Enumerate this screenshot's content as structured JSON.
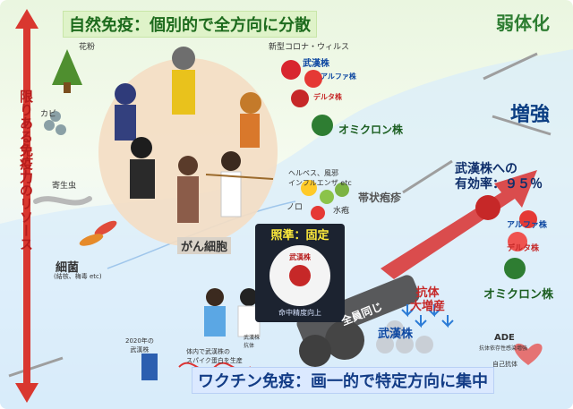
{
  "headers": {
    "natural": "自然免疫：個別的で全方向に分散",
    "vaccine": "ワクチン免疫：画一的で特定方向に集中",
    "weaken": "弱体化",
    "strengthen": "増強",
    "resource": "限りある免疫力のリソース"
  },
  "left_labels": {
    "pollen": "花粉",
    "mold": "カビ",
    "parasite": "寄生虫",
    "bacteria": "細菌",
    "bacteria_sub": "(結核、梅毒 etc)",
    "cancer": "がん細胞"
  },
  "virus_labels": {
    "title": "新型コロナ・ウィルス",
    "wuhan": "武漢株",
    "alpha": "アルファ株",
    "delta": "デルタ株",
    "omicron": "オミクロン株",
    "herpes": "ヘルペス、風邪\nインフルエンザ etc",
    "noro": "ノロ",
    "chickenpox": "水疱",
    "shingles": "帯状疱疹"
  },
  "aim": {
    "title": "照準：固定",
    "virus": "武漢株",
    "caption": "命中精度向上"
  },
  "right_labels": {
    "effect_line1": "武漢株への",
    "effect_line2": "有効率：９５％",
    "alpha": "アルファ株",
    "delta": "デルタ株",
    "omicron": "オミクロン株",
    "antibody": "抗体\n大増産",
    "wuhan": "武漢株",
    "cannon": "全員同じ",
    "ade": "ADE",
    "ade_sub": "抗体依存性感染増強",
    "auto": "自己抗体"
  },
  "bottom_labels": {
    "vaccine_2020": "2020年の\n武漢株",
    "spike": "体内で武漢株の\nスパイク蛋白を生産",
    "injection": "武漢株\n抗体"
  },
  "colors": {
    "green": "#1d6b1d",
    "blue": "#133c86",
    "red": "#c62828"
  }
}
